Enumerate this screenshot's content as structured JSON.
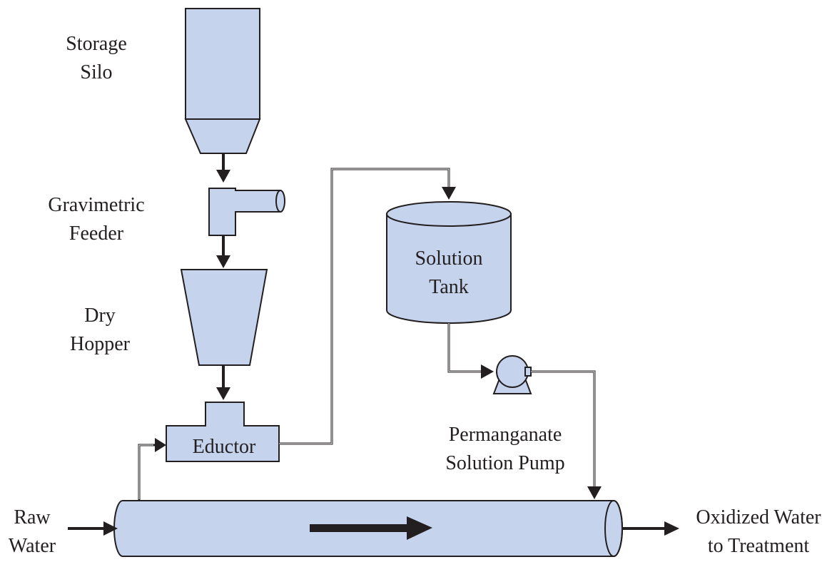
{
  "labels": {
    "storage_silo": [
      "Storage",
      "Silo"
    ],
    "gravimetric_feeder": [
      "Gravimetric",
      "Feeder"
    ],
    "dry_hopper": [
      "Dry",
      "Hopper"
    ],
    "eductor": "Eductor",
    "solution_tank": [
      "Solution",
      "Tank"
    ],
    "permanganate_pump": [
      "Permanganate",
      "Solution Pump"
    ],
    "raw_water": [
      "Raw",
      "Water"
    ],
    "oxidized_water": [
      "Oxidized Water",
      "to Treatment"
    ]
  },
  "colors": {
    "equipment_fill": "#c5d3ec",
    "line": "#231f20",
    "background": "#ffffff"
  }
}
